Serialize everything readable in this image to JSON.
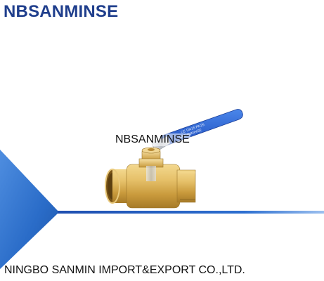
{
  "brand": {
    "top_logo": "NBSANMINSE",
    "center_watermark": "NBSANMINSE"
  },
  "company": {
    "name": "NINGBO SANMIN IMPORT&EXPORT CO.,LTD."
  },
  "product": {
    "handle_text_line1": "CE DN15 PN25",
    "handle_text_line2": "NBSANMINSE"
  },
  "colors": {
    "brand_blue": "#1f3e8c",
    "accent_blue": "#2d6fd0",
    "handle_blue": "#2b64d9",
    "brass": "#d9b25a",
    "brass_shadow": "#a9802a",
    "silver": "#c9ccd1"
  }
}
